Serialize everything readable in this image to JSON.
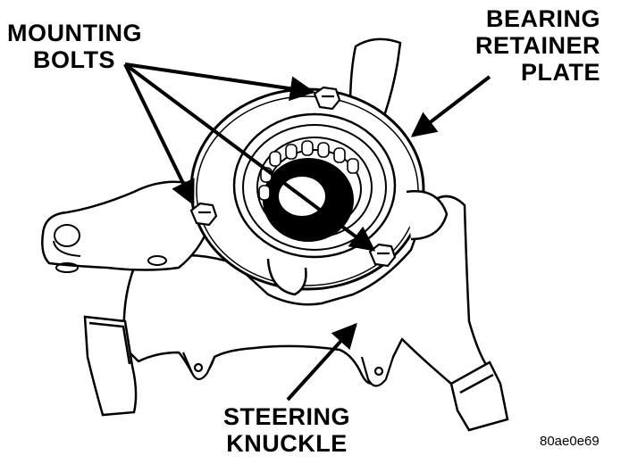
{
  "labels": {
    "mounting_bolts": [
      "MOUNTING",
      "BOLTS"
    ],
    "bearing_retainer_plate": [
      "BEARING",
      "RETAINER",
      "PLATE"
    ],
    "steering_knuckle": [
      "STEERING",
      "KNUCKLE"
    ]
  },
  "figure_code": "80ae0e69"
}
